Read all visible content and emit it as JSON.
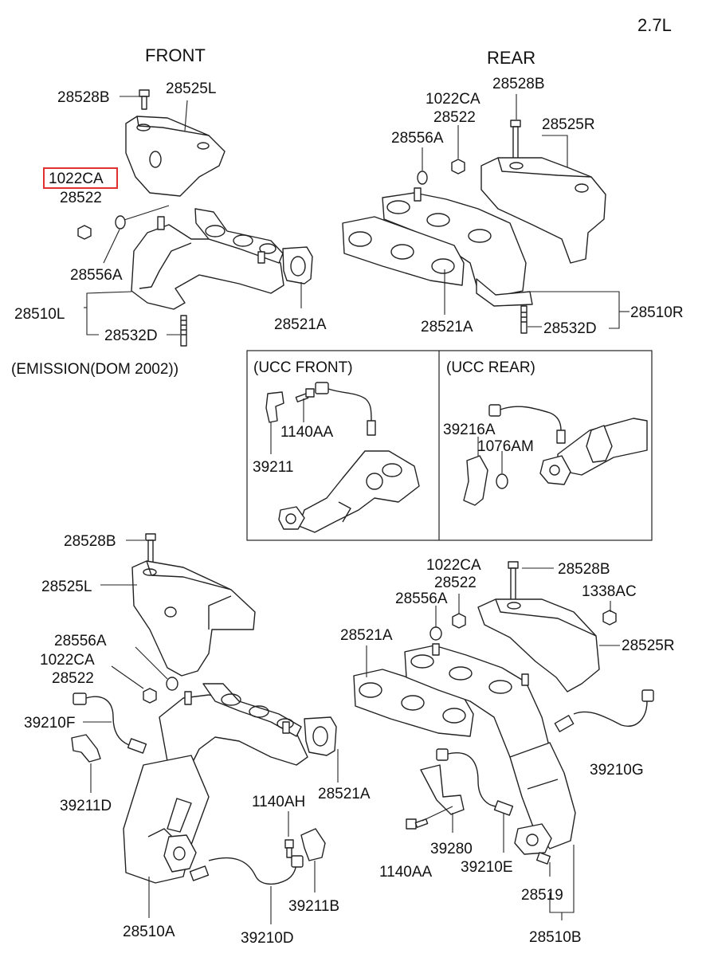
{
  "header": {
    "engine": "2.7L",
    "front": "FRONT",
    "rear": "REAR",
    "emission_note": "(EMISSION(DOM 2002))"
  },
  "highlight_color": "#e03030",
  "ucc": {
    "front_title": "(UCC FRONT)",
    "rear_title": "(UCC REAR)"
  },
  "labels": {
    "tl_28528B": "28528B",
    "tl_28525L": "28525L",
    "tl_1022CA": "1022CA",
    "tl_28522": "28522",
    "tl_28556A": "28556A",
    "tl_28510L": "28510L",
    "tl_28532D": "28532D",
    "tl_28521A": "28521A",
    "tr_1022CA": "1022CA",
    "tr_28522": "28522",
    "tr_28528B": "28528B",
    "tr_28556A": "28556A",
    "tr_28525R": "28525R",
    "tr_28521A": "28521A",
    "tr_28532D": "28532D",
    "tr_28510R": "28510R",
    "uf_1140AA": "1140AA",
    "uf_39211": "39211",
    "ur_39216A": "39216A",
    "ur_1076AM": "1076AM",
    "bl_28528B": "28528B",
    "bl_28525L": "28525L",
    "bl_28556A": "28556A",
    "bl_1022CA": "1022CA",
    "bl_28522": "28522",
    "bl_39210F": "39210F",
    "bl_39211D": "39211D",
    "bl_1140AH": "1140AH",
    "bl_28521A": "28521A",
    "bl_39211B": "39211B",
    "bl_28510A": "28510A",
    "bl_39210D": "39210D",
    "br_1022CA": "1022CA",
    "br_28522": "28522",
    "br_28528B": "28528B",
    "br_28556A": "28556A",
    "br_1338AC": "1338AC",
    "br_28521A": "28521A",
    "br_28525R": "28525R",
    "br_39210G": "39210G",
    "br_39280": "39280",
    "br_1140AA": "1140AA",
    "br_39210E": "39210E",
    "br_28519": "28519",
    "br_28510B": "28510B"
  }
}
